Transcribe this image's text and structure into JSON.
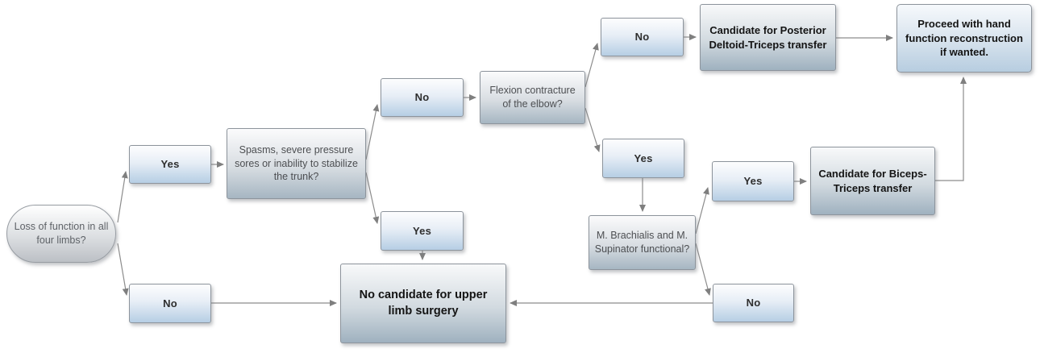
{
  "diagram": {
    "type": "flowchart",
    "topic": "Upper limb surgery candidacy decision tree"
  },
  "nodes": {
    "start": {
      "label": "Loss of function in all four limbs?"
    },
    "yes_limbs": {
      "label": "Yes"
    },
    "no_limbs": {
      "label": "No"
    },
    "spasms": {
      "label": "Spasms, severe pressure sores or inability to stabilize the trunk?"
    },
    "no_spasms": {
      "label": "No"
    },
    "yes_spasms": {
      "label": "Yes"
    },
    "flexion": {
      "label": "Flexion contracture of the elbow?"
    },
    "no_flexion": {
      "label": "No"
    },
    "yes_flexion": {
      "label": "Yes"
    },
    "deltoid_transfer": {
      "label": "Candidate for Posterior Deltoid-Triceps transfer"
    },
    "proceed": {
      "label": "Proceed with hand function reconstruction if wanted."
    },
    "brachialis": {
      "label": "M. Brachialis and M. Supinator functional?"
    },
    "yes_brachialis": {
      "label": "Yes"
    },
    "no_brachialis": {
      "label": "No"
    },
    "biceps_transfer": {
      "label": "Candidate for Biceps-Triceps transfer"
    },
    "no_candidate": {
      "label": "No candidate for upper limb surgery"
    }
  },
  "colors": {
    "yes_no_box_gradient_bottom": "#b6cee4",
    "decision_box_gradient_bottom": "#a6b6c2",
    "outcome_box_gradient_bottom": "#9fb1bf",
    "connector_line": "#8c8c8c",
    "arrowhead": "#7f7f7f",
    "background": "#ffffff"
  }
}
